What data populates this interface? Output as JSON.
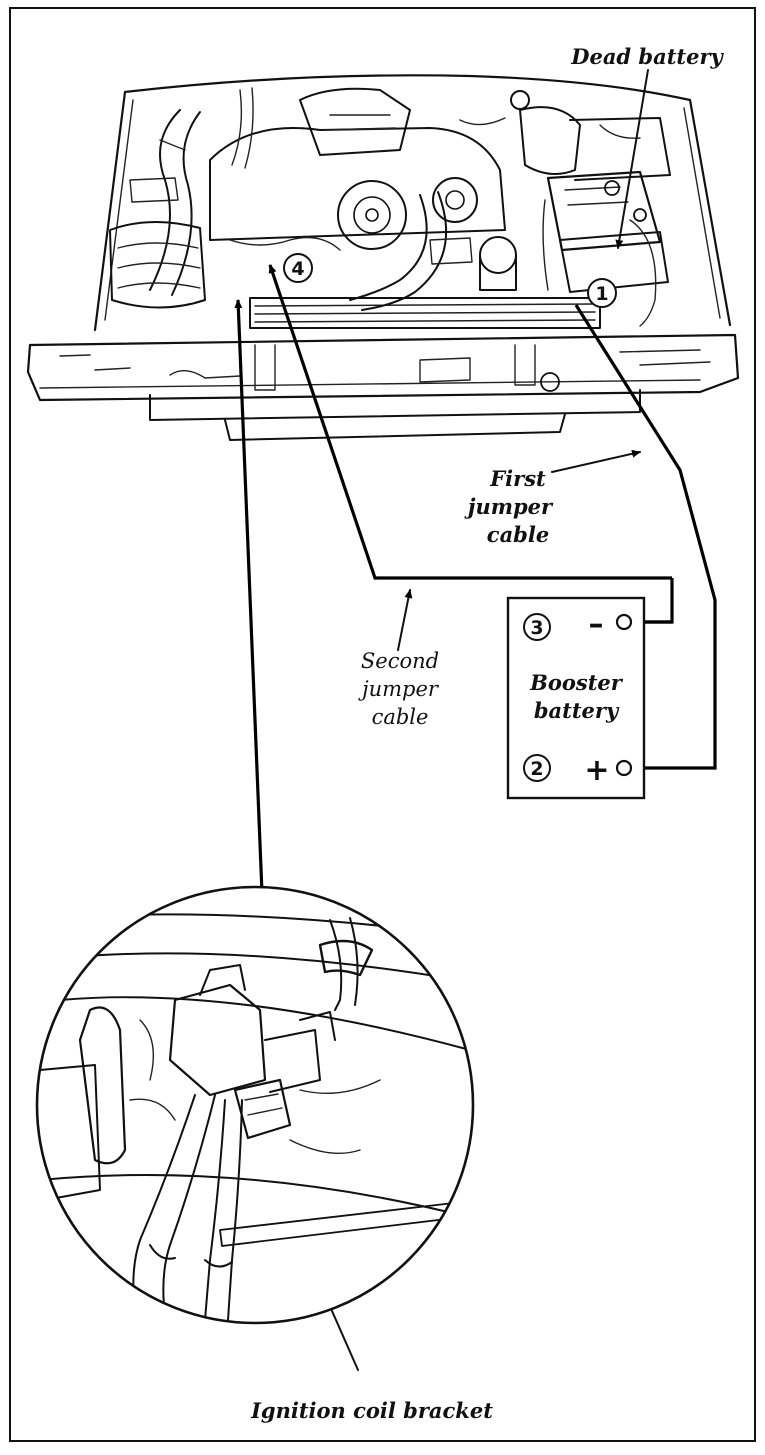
{
  "labels": {
    "dead_battery": "Dead battery",
    "first_cable_line1": "First",
    "first_cable_line2": "jumper",
    "first_cable_line3": "cable",
    "second_cable_line1": "Second",
    "second_cable_line2": "jumper",
    "second_cable_line3": "cable",
    "booster_line1": "Booster",
    "booster_line2": "battery",
    "ignition_coil_bracket": "Ignition coil bracket"
  },
  "steps": {
    "one": "1",
    "two": "2",
    "three": "3",
    "four": "4"
  },
  "terminals": {
    "negative": "–",
    "positive": "+"
  }
}
